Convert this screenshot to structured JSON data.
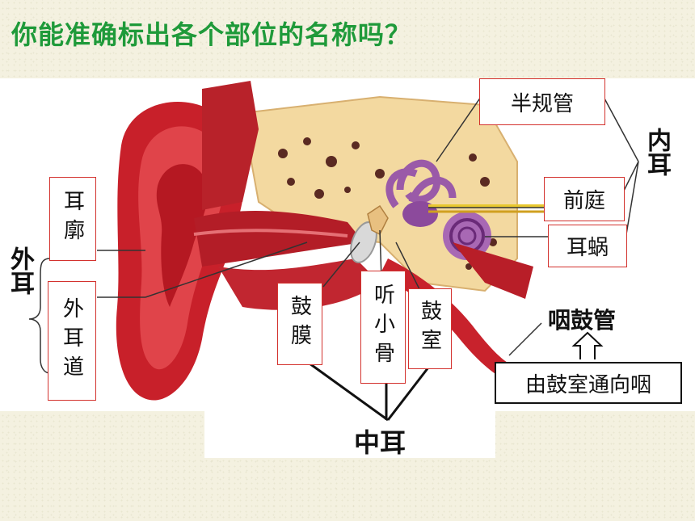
{
  "title": "你能准确标出各个部位的名称吗？",
  "labels": {
    "semicircular_canals": "半规管",
    "vestibule": "前庭",
    "cochlea": "耳蜗",
    "inner_ear": "内耳",
    "auricle": "耳廓",
    "ear_canal": "外耳道",
    "outer_ear": "外耳",
    "eardrum": "鼓膜",
    "ossicles": "听小骨",
    "tympanic_cavity": "鼓室",
    "middle_ear": "中耳",
    "eustachian_tube": "咽鼓管",
    "eustachian_note": "由鼓室通向咽"
  }
}
